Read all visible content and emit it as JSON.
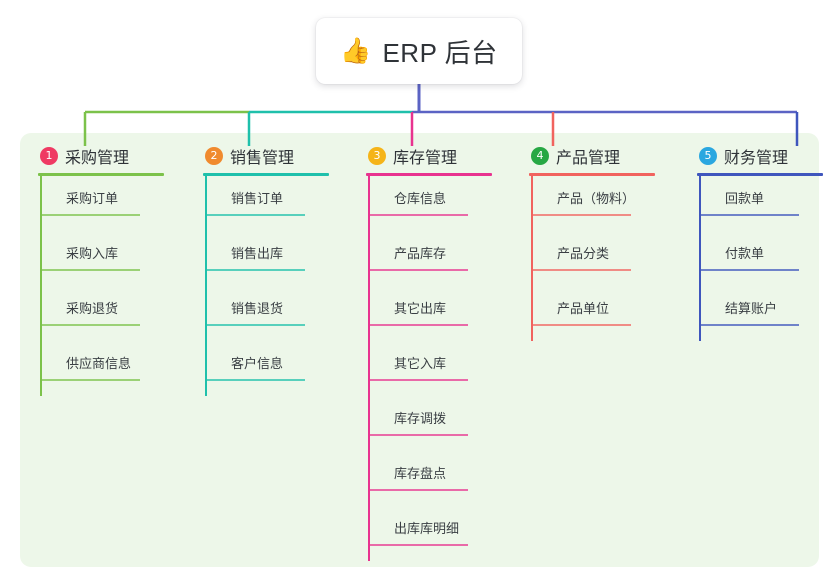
{
  "root": {
    "icon": "thumbs-up-emoji",
    "emoji": "👍",
    "title": "ERP 后台"
  },
  "palette": {
    "panel_bg": "#edf7e9",
    "page_bg": "#ffffff",
    "bus_left_green": "#7cc24a",
    "bus_teal": "#1fc0ab",
    "bus_blue": "#5b63c4",
    "text": "#2f3338"
  },
  "columns": [
    {
      "number": "1",
      "title": "采购管理",
      "badge_color": "#ef3a63",
      "line_color": "#7cc24a",
      "stub_color": "#7cc24a",
      "items": [
        {
          "label": "采购订单"
        },
        {
          "label": "采购入库"
        },
        {
          "label": "采购退货"
        },
        {
          "label": "供应商信息"
        }
      ]
    },
    {
      "number": "2",
      "title": "销售管理",
      "badge_color": "#f08a2e",
      "line_color": "#1fc0ab",
      "stub_color": "#1fc0ab",
      "items": [
        {
          "label": "销售订单"
        },
        {
          "label": "销售出库"
        },
        {
          "label": "销售退货"
        },
        {
          "label": "客户信息"
        }
      ]
    },
    {
      "number": "3",
      "title": "库存管理",
      "badge_color": "#f5b418",
      "line_color": "#e8338f",
      "stub_color": "#e8338f",
      "items": [
        {
          "label": "仓库信息"
        },
        {
          "label": "产品库存"
        },
        {
          "label": "其它出库"
        },
        {
          "label": "其它入库"
        },
        {
          "label": "库存调拨"
        },
        {
          "label": "库存盘点"
        },
        {
          "label": "出库库明细"
        }
      ]
    },
    {
      "number": "4",
      "title": "产品管理",
      "badge_color": "#27a844",
      "line_color": "#f1635e",
      "stub_color": "#f1635e",
      "items": [
        {
          "label": "产品（物料）"
        },
        {
          "label": "产品分类"
        },
        {
          "label": "产品单位"
        }
      ]
    },
    {
      "number": "5",
      "title": "财务管理",
      "badge_color": "#2aa7e0",
      "line_color": "#3f56bd",
      "stub_color": "#3f56bd",
      "items": [
        {
          "label": "回款单"
        },
        {
          "label": "付款单"
        },
        {
          "label": "结算账户"
        }
      ]
    }
  ]
}
